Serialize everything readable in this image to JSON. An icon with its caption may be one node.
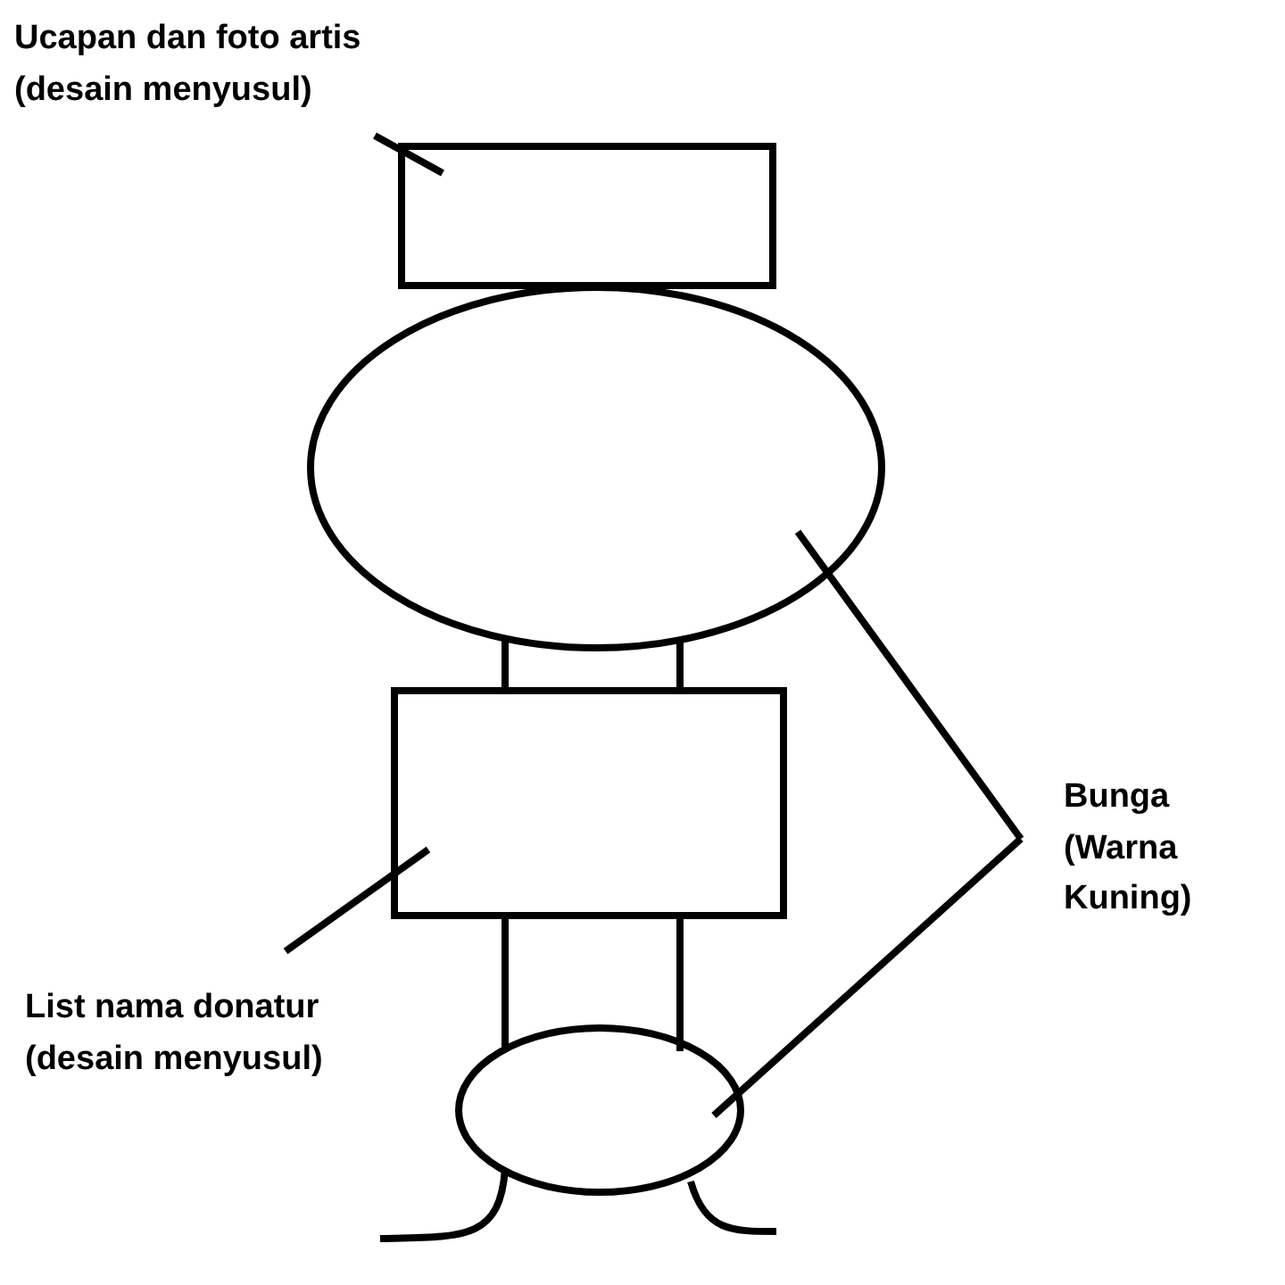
{
  "diagram": {
    "nodes": [
      {
        "text": [
          "Ucapan dan foto artis (desain menyusul)"
        ]
      },
      {
        "text": [],
        "shape": "box"
      },
      {
        "text": [],
        "shape": "ellipse"
      },
      {
        "text": [],
        "shape": "box"
      },
      {
        "text": [],
        "shape": "ellipse"
      },
      {
        "text": [
          "List nama donatur (desain menyusul)"
        ]
      },
      {
        "text": [
          "Bunga (Warna Kuning)"
        ]
      }
    ],
    "edges": [
      {
        "from": 0,
        "to": 1,
        "arrow": "none"
      },
      {
        "from": 2,
        "to": 3,
        "arrow": "none"
      },
      {
        "from": 2,
        "to": 3,
        "arrow": "none"
      },
      {
        "from": 3,
        "to": 4,
        "arrow": "none"
      },
      {
        "from": 3,
        "to": 4,
        "arrow": "none"
      },
      {
        "from": 5,
        "to": 3,
        "arrow": "none"
      },
      {
        "from": 6,
        "to": 2,
        "arrow": "none"
      },
      {
        "from": 6,
        "to": 4,
        "arrow": "none"
      }
    ]
  }
}
